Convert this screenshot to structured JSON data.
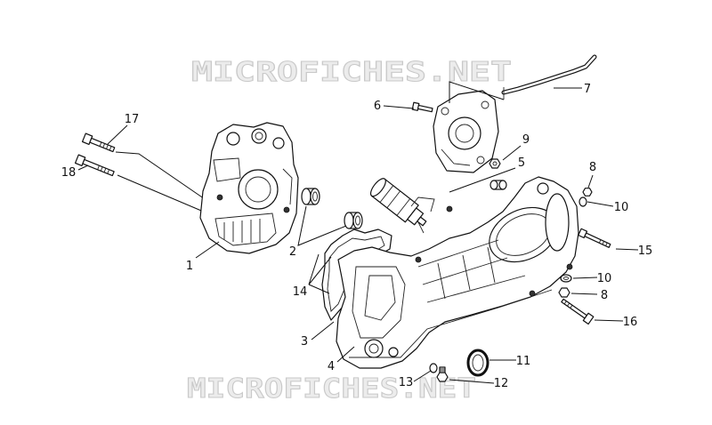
{
  "diagram": {
    "watermarks": [
      "MICROFICHES.NET",
      "MICROFICHES.NET"
    ],
    "callouts": [
      "17",
      "18",
      "1",
      "2",
      "14",
      "3",
      "4",
      "6",
      "7",
      "9",
      "5",
      "8",
      "10",
      "15",
      "10",
      "8",
      "16",
      "11",
      "13",
      "12"
    ],
    "colors": {
      "line": "#111111",
      "background": "#ffffff",
      "watermark": "#ececec"
    }
  }
}
